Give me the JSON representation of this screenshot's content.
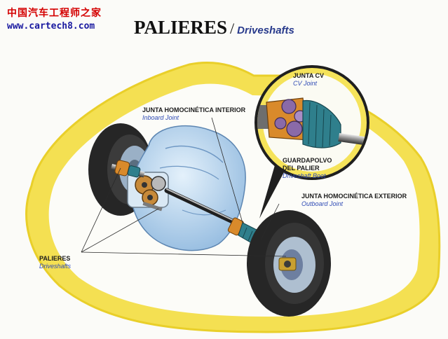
{
  "watermark": {
    "site_cn": "中国汽车工程师之家",
    "url": "www.cartech8.com"
  },
  "title": {
    "main": "PALIERES",
    "separator": "/",
    "sub": "Driveshafts"
  },
  "labels": {
    "cv_joint": {
      "es": "JUNTA CV",
      "en": "CV Joint"
    },
    "boot": {
      "es_line1": "GUARDAPOLVO",
      "es_line2": "DEL PALIER",
      "en": "Driveshaft Boot"
    },
    "inboard": {
      "es": "JUNTA HOMOCINÉTICA INTERIOR",
      "en": "Inboard Joint"
    },
    "outboard": {
      "es": "JUNTA HOMOCINÉTICA EXTERIOR",
      "en": "Outboard Joint"
    },
    "driveshafts": {
      "es": "PALIERES",
      "en": "Driveshafts"
    }
  },
  "colors": {
    "car_body": "#f5e25a",
    "engine": "#bcd9f2",
    "tire": "#262626",
    "boot": "#2f7f8c",
    "joint_purple": "#8a6aa8",
    "joint_orange": "#d98a2b",
    "label_en": "#2f4bb5"
  }
}
